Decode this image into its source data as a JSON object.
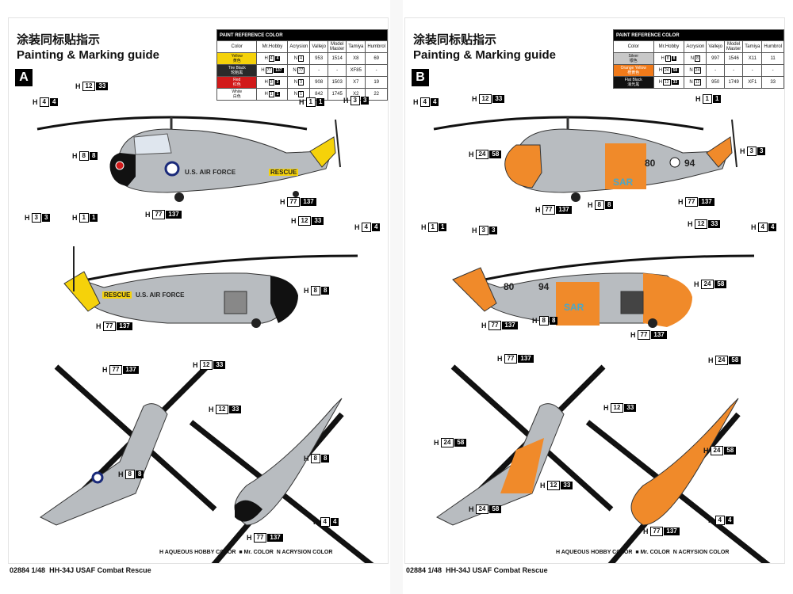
{
  "title_cn": "涂装同标贴指示",
  "title_en": "Painting & Marking guide",
  "table_header": "PAINT REFERENCE COLOR",
  "columns": [
    "Color",
    "Mr.Hobby",
    "Acrysion",
    "Vallejo",
    "Model Master",
    "Tamiya",
    "Humbrol"
  ],
  "sheet_a": {
    "letter": "A",
    "rows": [
      {
        "name": "Yellow",
        "cn": "黄色",
        "swatch": "#f5d20a",
        "hobby": "4",
        "hobby_blk": "4",
        "acry": "4",
        "vallejo": "953",
        "mm": "1514",
        "tamiya": "X8",
        "humbrol": "69"
      },
      {
        "name": "Tire Black",
        "cn": "轮胎黑",
        "swatch": "#2a2a2a",
        "hobby": "77",
        "hobby_blk": "137",
        "acry": "77",
        "vallejo": "",
        "mm": "",
        "tamiya": "XF85",
        "humbrol": ""
      },
      {
        "name": "Red",
        "cn": "红色",
        "swatch": "#d11a1a",
        "hobby": "3",
        "hobby_blk": "3",
        "acry": "3",
        "vallejo": "908",
        "mm": "1503",
        "tamiya": "X7",
        "humbrol": "19"
      },
      {
        "name": "White",
        "cn": "白色",
        "swatch": "#ffffff",
        "hobby": "1",
        "hobby_blk": "1",
        "acry": "1",
        "vallejo": "842",
        "mm": "1745",
        "tamiya": "X2",
        "humbrol": "22"
      }
    ]
  },
  "sheet_b": {
    "letter": "B",
    "rows": [
      {
        "name": "Silver",
        "cn": "银色",
        "swatch": "#c8c8c8",
        "hobby": "8",
        "hobby_blk": "8",
        "acry": "8",
        "vallejo": "997",
        "mm": "1546",
        "tamiya": "X11",
        "humbrol": "11"
      },
      {
        "name": "Orange Yellow",
        "cn": "橙黄色",
        "swatch": "#f07a1a",
        "hobby": "24",
        "hobby_blk": "58",
        "acry": "24",
        "vallejo": "",
        "mm": "",
        "tamiya": "",
        "humbrol": ""
      },
      {
        "name": "Flat Black",
        "cn": "消光黑",
        "swatch": "#111111",
        "hobby": "12",
        "hobby_blk": "33",
        "acry": "12",
        "vallejo": "950",
        "mm": "1749",
        "tamiya": "XF1",
        "humbrol": "33"
      }
    ]
  },
  "fuselage_text_a": "U.S. AIR FORCE",
  "rescue_text": "RESCUE",
  "sar_text": "SAR",
  "code_b": "80",
  "code_b2": "94",
  "legend_a": [
    "AQUEOUS HOBBY COLOR",
    "Mr. COLOR",
    "ACRYSION COLOR"
  ],
  "legend_prefix": [
    "H",
    "",
    "N"
  ],
  "footer_code": "02884",
  "footer_scale": "1/48",
  "footer_title": "HH-34J USAF Combat Rescue",
  "colors": {
    "gray": "#b8bcc0",
    "orange": "#f08a2a",
    "yellow": "#f5d20a",
    "black": "#111111"
  }
}
